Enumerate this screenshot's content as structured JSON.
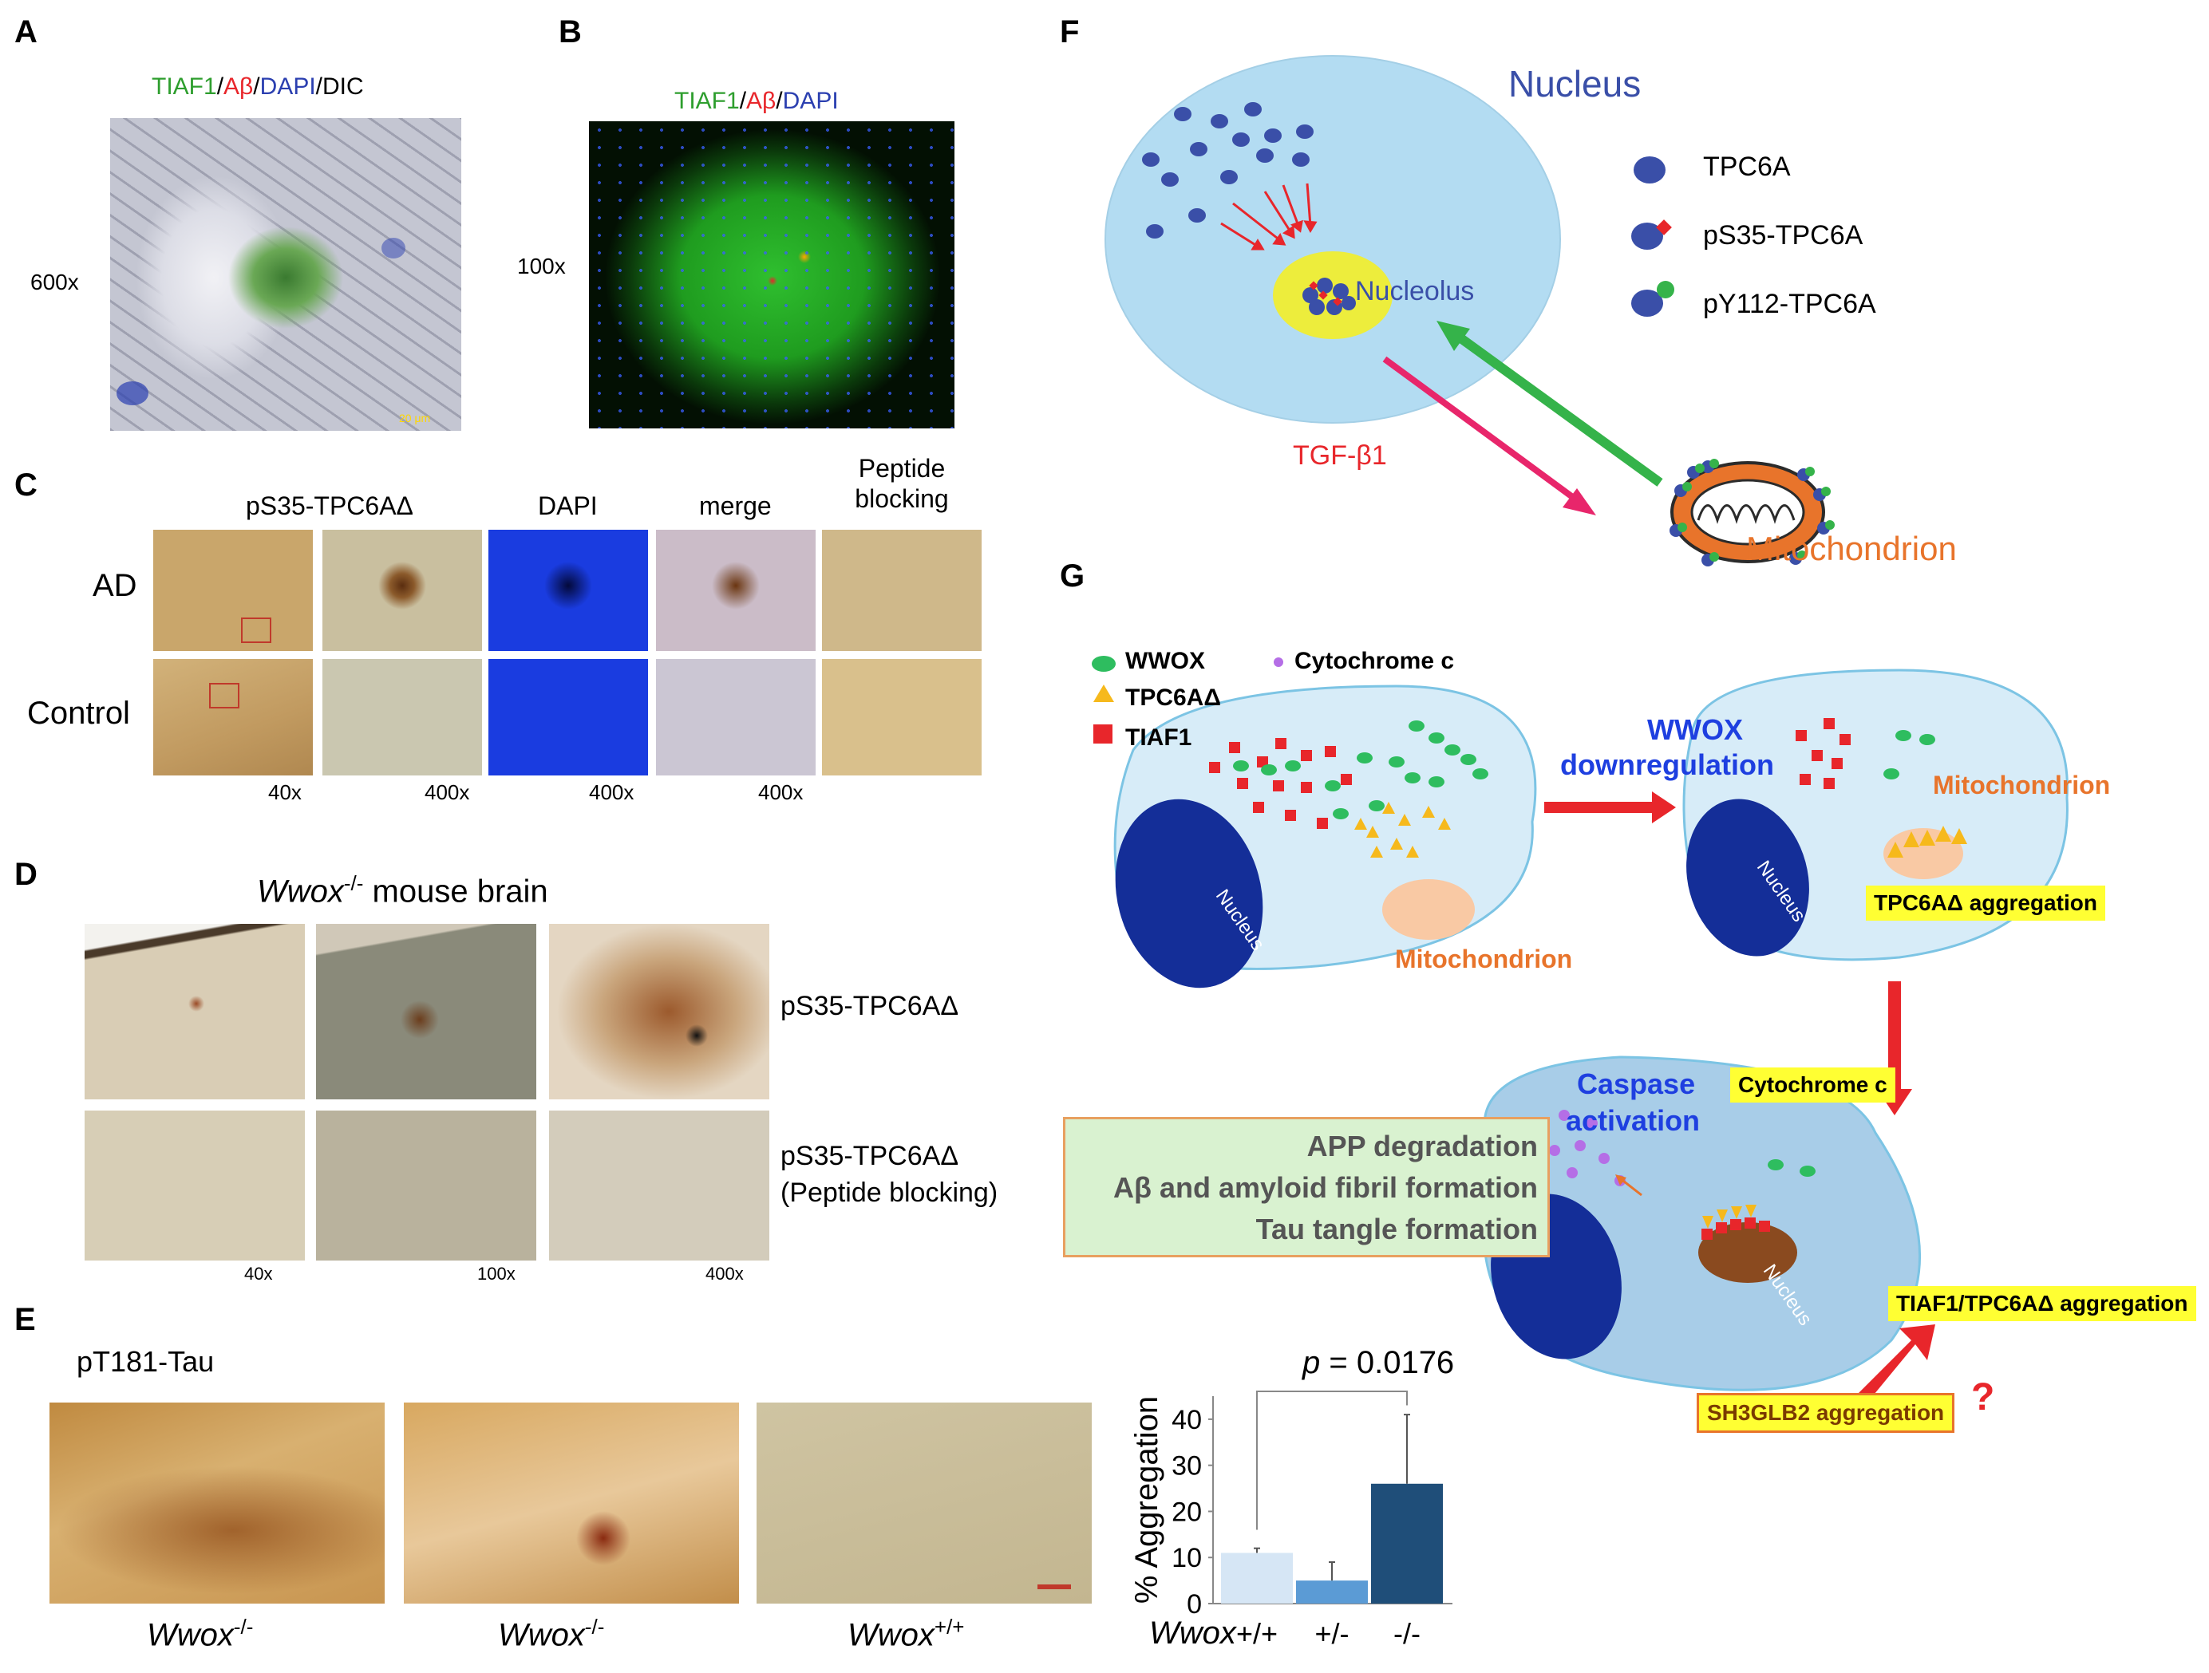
{
  "panel_labels": [
    "A",
    "B",
    "C",
    "D",
    "E",
    "F",
    "G"
  ],
  "panelA": {
    "stain_title_parts": [
      "TIAF1",
      "/",
      "Aβ",
      "/",
      "DAPI",
      "/",
      "DIC"
    ],
    "mag": "600x",
    "scalebar": "20 μm"
  },
  "panelB": {
    "stain_title_parts": [
      "TIAF1",
      "/",
      "Aβ",
      "/",
      "DAPI"
    ],
    "mag": "100x"
  },
  "panelC": {
    "col_headers": [
      "pS35-TPC6AΔ",
      "DAPI",
      "merge",
      "Peptide blocking"
    ],
    "rows": [
      "AD",
      "Control"
    ],
    "mags": [
      "40x",
      "400x",
      "400x",
      "400x"
    ]
  },
  "panelD": {
    "title_gene": "Wwox",
    "title_sup": "-/-",
    "title_rest": " mouse brain",
    "row1_label": "pS35-TPC6AΔ",
    "row2_label_line1": "pS35-TPC6AΔ",
    "row2_label_line2": "(Peptide blocking)",
    "mags": [
      "40x",
      "100x",
      "400x"
    ]
  },
  "panelE": {
    "title": "pT181-Tau",
    "genotype_gene": "Wwox",
    "image_genotypes": [
      "-/-",
      "-/-",
      "+/+"
    ],
    "pvalue_p": "p",
    "pvalue_rest": " = 0.0176"
  },
  "chart_data": {
    "type": "bar",
    "categories": [
      "+/+",
      "+/-",
      "-/-"
    ],
    "values": [
      11,
      5,
      26
    ],
    "errors_upper": [
      12,
      9,
      41
    ],
    "ylabel": "% Aggregation",
    "xlabel": "Wwox",
    "ylim": [
      0,
      45
    ],
    "yticks": [
      0,
      10,
      20,
      30,
      40
    ],
    "colors": [
      "#d6e6f5",
      "#5b9bd5",
      "#1f4e79"
    ]
  },
  "panelF": {
    "nucleus": "Nucleus",
    "nucleolus": "Nucleolus",
    "mitochondrion": "Mitochondrion",
    "tgf": "TGF-β1",
    "legend": [
      "TPC6A",
      "pS35-TPC6A",
      "pY112-TPC6A"
    ]
  },
  "panelG": {
    "legend": {
      "wwox": "WWOX",
      "cytc": "Cytochrome c",
      "tpc6a": "TPC6AΔ",
      "tiaf1": "TIAF1"
    },
    "nucleus": "Nucleus",
    "mitochondrion": "Mitochondrion",
    "arrow1_line1": "WWOX",
    "arrow1_line2": "downregulation",
    "tpc6a_agg": "TPC6AΔ aggregation",
    "cytc_box": "Cytochrome c",
    "caspase_line1": "Caspase",
    "caspase_line2": "activation",
    "outcomes": [
      "APP degradation",
      "Aβ and amyloid fibril formation",
      "Tau tangle formation"
    ],
    "tiaf1_agg": "TIAF1/TPC6AΔ aggregation",
    "sh3_agg": "SH3GLB2 aggregation",
    "question": "?"
  },
  "colors": {
    "green": "#2e9e2e",
    "red": "#e8262b",
    "blue": "#2b3fb0",
    "orange": "#e8742b",
    "nucleus_blue": "#3a4fa8"
  }
}
